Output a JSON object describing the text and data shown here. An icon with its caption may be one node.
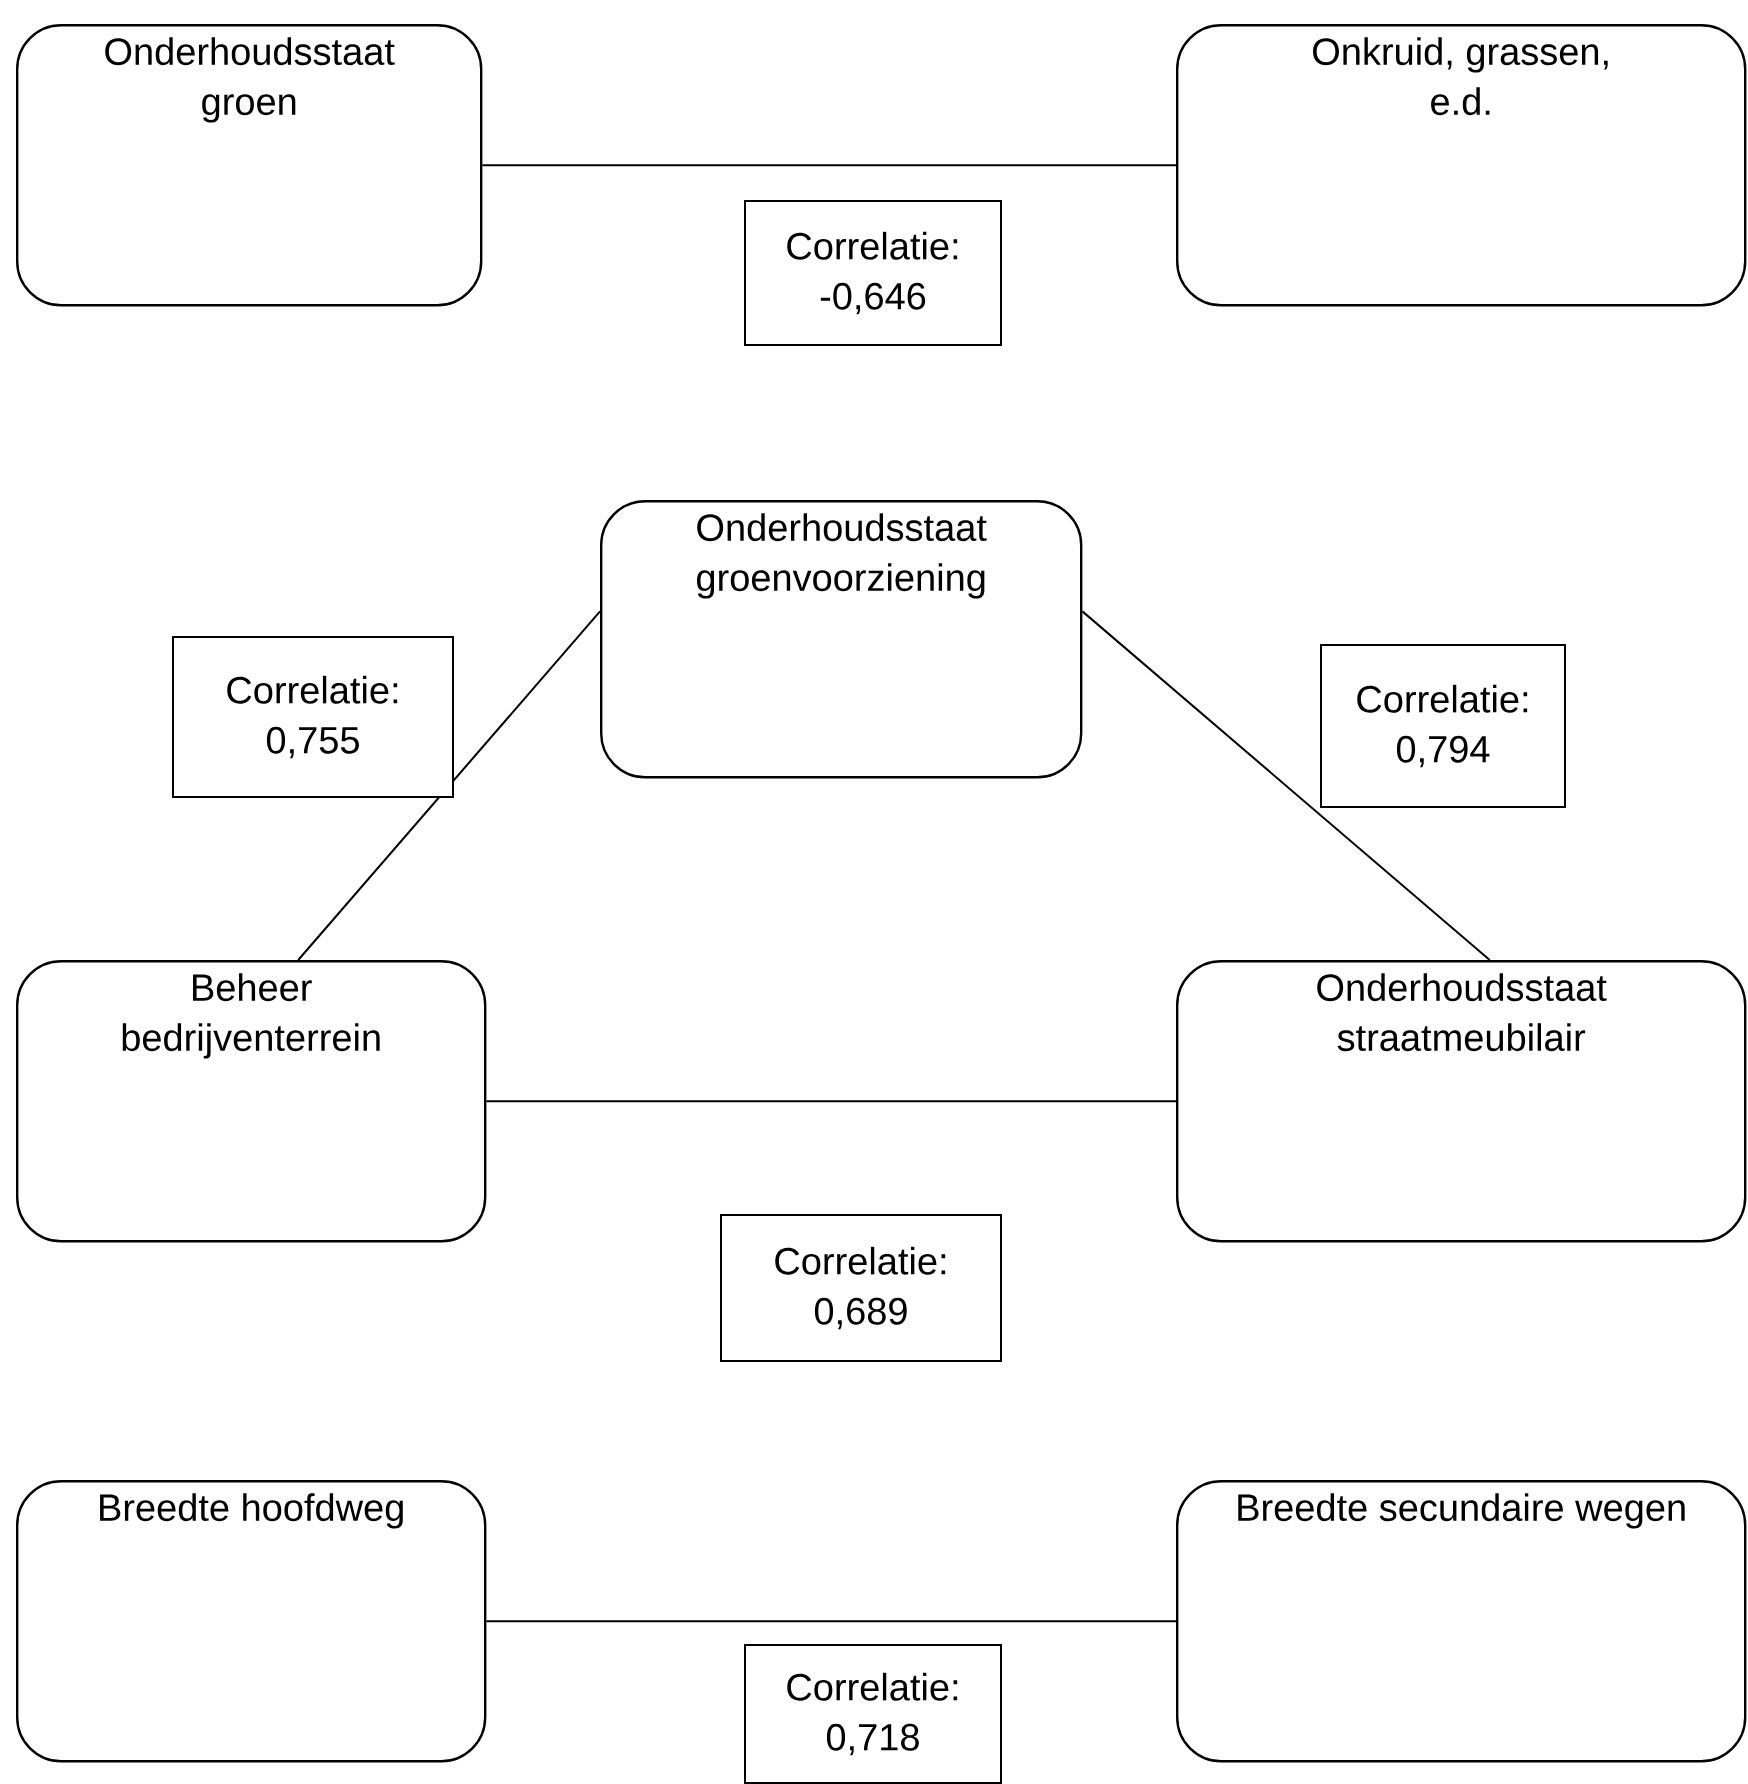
{
  "diagram": {
    "nodes": [
      {
        "text": [
          "Onderhoudsstaat groen"
        ]
      },
      {
        "text": [
          "Onkruid, grassen, e.d."
        ]
      },
      {
        "text": [
          "Onderhoudsstaat groenvoorziening"
        ]
      },
      {
        "text": [
          "Beheer bedrijventerrein"
        ]
      },
      {
        "text": [
          "Onderhoudsstaat straatmeubilair"
        ]
      },
      {
        "text": [
          "Breedte hoofdweg"
        ]
      },
      {
        "text": [
          "Breedte secundaire wegen"
        ]
      }
    ],
    "edges": [
      {
        "from": 0,
        "to": 1,
        "arrow": "none",
        "label": "Correlatie: -0,646"
      },
      {
        "from": 2,
        "to": 3,
        "arrow": "none",
        "label": "Correlatie: 0,755"
      },
      {
        "from": 2,
        "to": 4,
        "arrow": "none",
        "label": "Correlatie: 0,794"
      },
      {
        "from": 3,
        "to": 4,
        "arrow": "none",
        "label": "Correlatie: 0,689"
      },
      {
        "from": 5,
        "to": 6,
        "arrow": "none",
        "label": "Correlatie: 0,718"
      }
    ]
  }
}
